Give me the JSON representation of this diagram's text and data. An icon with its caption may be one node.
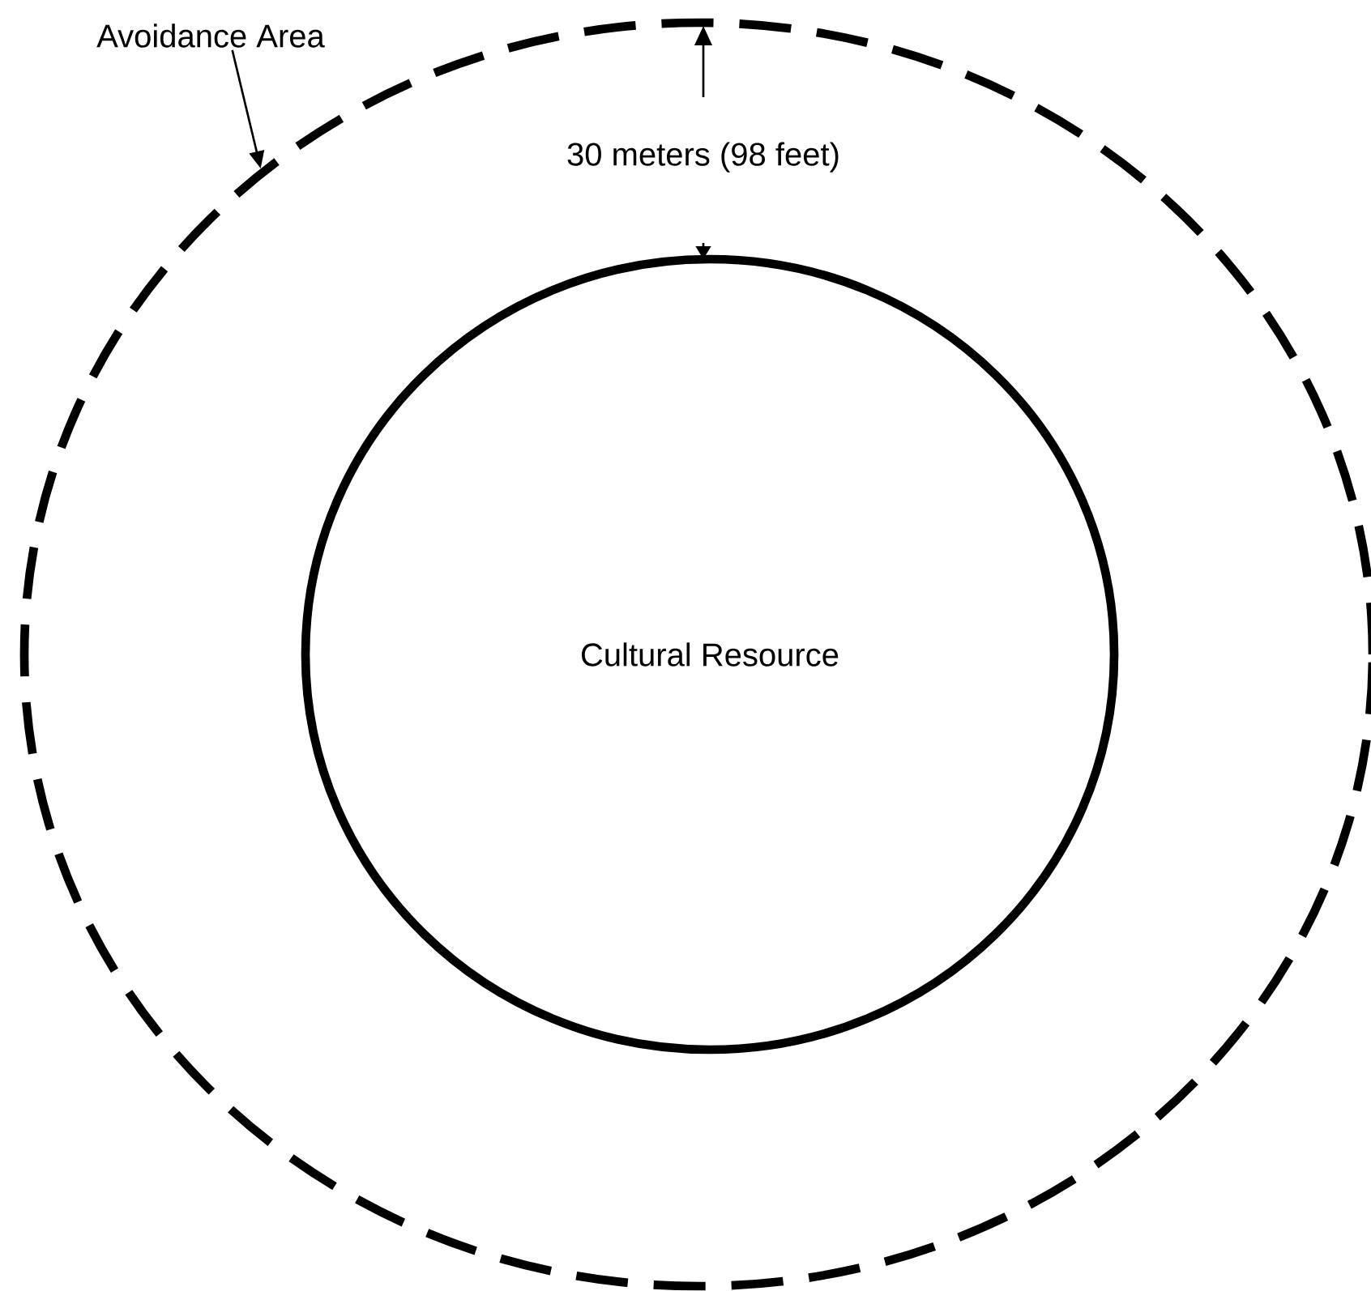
{
  "diagram": {
    "nodes": [
      {
        "text": [
          "Avoidance Area"
        ]
      },
      {
        "text": [],
        "shape": "circle"
      },
      {
        "text": [
          "Cultural Resource"
        ],
        "in": 1
      }
    ],
    "edges": [
      {
        "from": 0,
        "to": 1,
        "arrow": "to"
      }
    ],
    "labels": [
      "30 meters (98 feet)"
    ]
  }
}
